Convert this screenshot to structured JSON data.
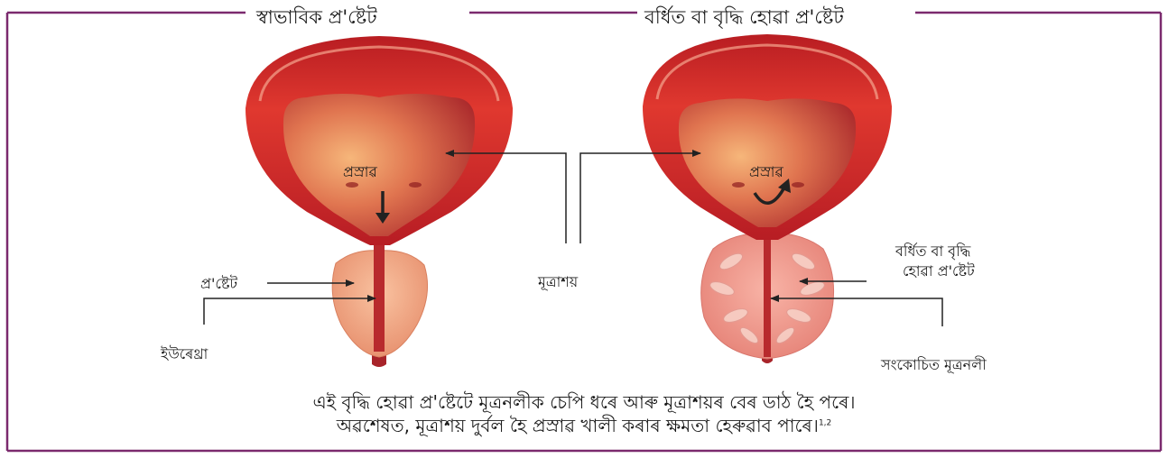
{
  "headings": {
    "normal": "স্বাভাবিক প্ৰ'ষ্টেট",
    "enlarged": "বৰ্ধিত বা বৃদ্ধি হোৱা প্ৰ'ষ্টেট"
  },
  "labels": {
    "urine_left": "প্ৰস্ৰাৱ",
    "urine_right": "প্ৰস্ৰাৱ",
    "prostate": "প্ৰ'ষ্টেট",
    "urethra": "ইউৰেথ্ৰা",
    "bladder": "মূত্ৰাশয়",
    "enlarged_line1": "বৰ্ধিত বা বৃদ্ধি",
    "enlarged_line2": "হোৱা প্ৰ'ষ্টেট",
    "narrowed_urethra": "সংকোচিত মূত্ৰনলী"
  },
  "caption": {
    "line1": "এই বৃদ্ধি হোৱা প্ৰ'ষ্টেটে মূত্ৰনলীক চেপি ধৰে আৰু মূত্ৰাশয়ৰ বেৰ ডাঠ হৈ পৰে।",
    "line2": "অৱশেষত, মূত্ৰাশয় দুৰ্বল হৈ প্ৰস্ৰাৱ খালী কৰাৰ ক্ষমতা হেৰুৱাব পাৰে।",
    "refs": "1,2"
  },
  "colors": {
    "frame": "#7b2a6e",
    "bladder_wall": "#d8262a",
    "bladder_inner": "#c7412f",
    "prostate_normal": "#f0a080",
    "prostate_enlarged": "#ec8c7e",
    "arrow": "#222222"
  }
}
